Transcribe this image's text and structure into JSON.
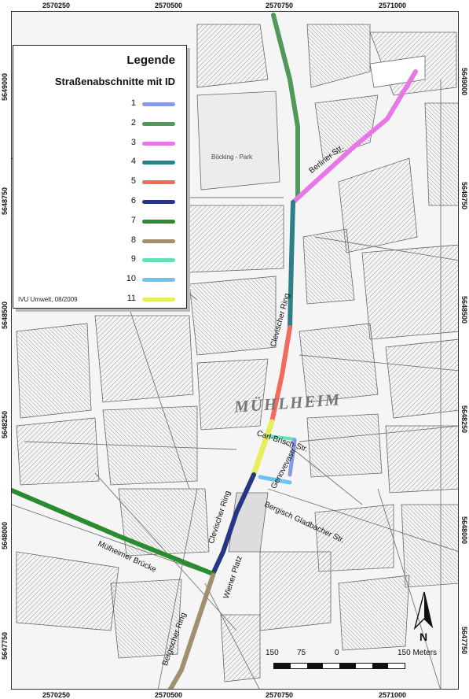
{
  "coordinates": {
    "top": [
      "2570250",
      "2570500",
      "2570750",
      "2571000"
    ],
    "bottom": [
      "2570250",
      "2570500",
      "2570750",
      "2571000"
    ],
    "left": [
      "5649000",
      "5648750",
      "5648500",
      "5648250",
      "5648000",
      "5647750"
    ],
    "right": [
      "5649000",
      "5648750",
      "5648500",
      "5648250",
      "5648000",
      "5647750"
    ]
  },
  "legend": {
    "title": "Legende",
    "subtitle": "Straßenabschnitte mit ID",
    "items": [
      {
        "id": "1",
        "color": "#8899e6"
      },
      {
        "id": "2",
        "color": "#4f9a5a"
      },
      {
        "id": "3",
        "color": "#e877e6"
      },
      {
        "id": "4",
        "color": "#2f7f86"
      },
      {
        "id": "5",
        "color": "#f06a5e"
      },
      {
        "id": "6",
        "color": "#273585"
      },
      {
        "id": "7",
        "color": "#2a8c2f"
      },
      {
        "id": "8",
        "color": "#a18f6e"
      },
      {
        "id": "9",
        "color": "#66e0b8"
      },
      {
        "id": "10",
        "color": "#6cc4ee"
      },
      {
        "id": "11",
        "color": "#e6ee5c"
      }
    ],
    "credit": "IVU Umwelt, 08/2009"
  },
  "map": {
    "district": "MÜHLHEIM",
    "streets": [
      {
        "name": "Berliner Str."
      },
      {
        "name": "Clevischer Ring"
      },
      {
        "name": "Carl-Brisch-Str."
      },
      {
        "name": "Genovevastr."
      },
      {
        "name": "Bergisch Gladbacher Str."
      },
      {
        "name": "Clevischer Ring"
      },
      {
        "name": "Wiener Platz"
      },
      {
        "name": "Mülheimer Brücke"
      },
      {
        "name": "Bergischer Ring"
      },
      {
        "name": "Böcking - Park"
      }
    ],
    "segments": [
      {
        "id": "2",
        "color": "#4f9a5a"
      },
      {
        "id": "3",
        "color": "#e877e6"
      },
      {
        "id": "4",
        "color": "#2f7f86"
      },
      {
        "id": "5",
        "color": "#f06a5e"
      },
      {
        "id": "11",
        "color": "#e6ee5c"
      },
      {
        "id": "9",
        "color": "#66e0b8"
      },
      {
        "id": "1",
        "color": "#8899e6"
      },
      {
        "id": "10",
        "color": "#6cc4ee"
      },
      {
        "id": "6",
        "color": "#273585"
      },
      {
        "id": "7",
        "color": "#2a8c2f"
      },
      {
        "id": "8",
        "color": "#a18f6e"
      }
    ]
  },
  "north_label": "N",
  "scale": {
    "labels": [
      "150",
      "75",
      "0",
      "150 Meters"
    ]
  }
}
